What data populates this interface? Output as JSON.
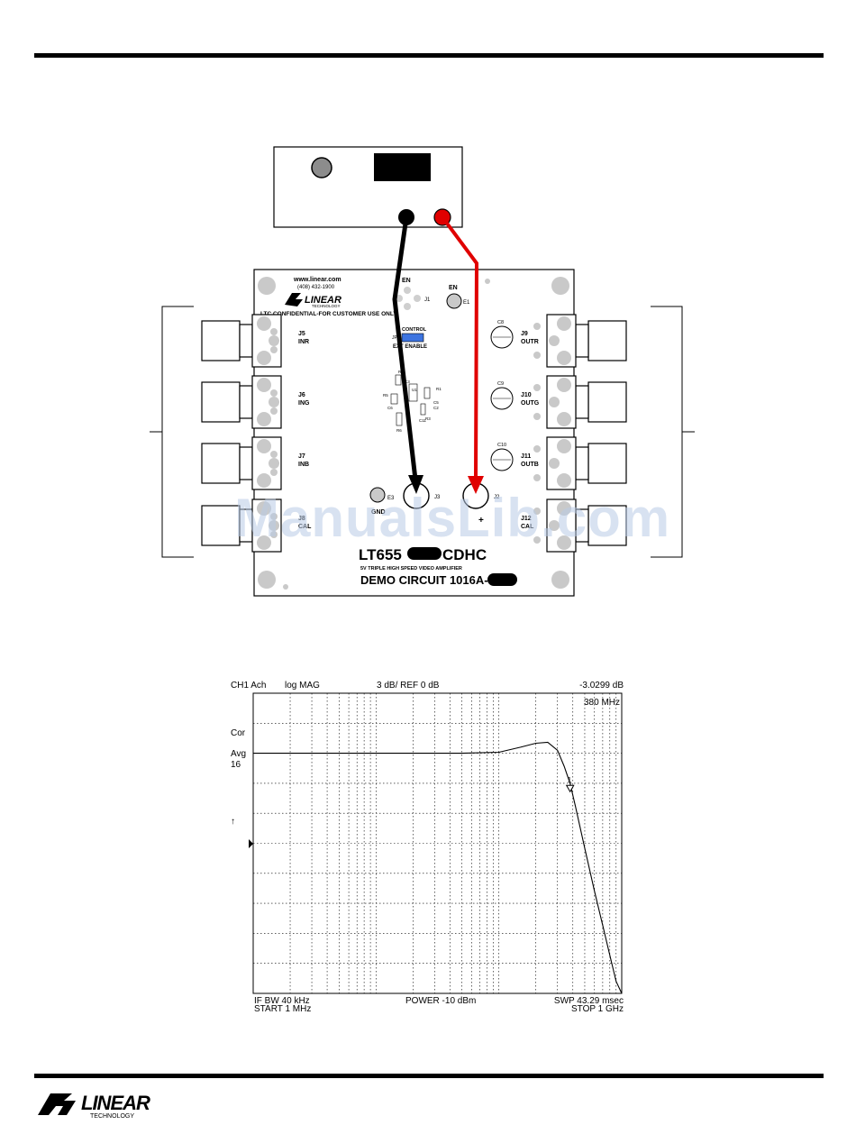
{
  "supply": {},
  "board": {
    "website": "www.linear.com",
    "phone": "(408) 432-1900",
    "brand_main": "LINEAR",
    "brand_sub": "TECHNOLOGY",
    "confidential": "LTC CONFIDENTIAL-FOR CUSTOMER USE ONLY",
    "en_top": "EN",
    "j1": "J1",
    "en_right": "EN",
    "e1": "E1",
    "control": "CONTROL",
    "jp1": "JP1",
    "ext_enable": "EXT ENABLE",
    "left_connectors": [
      {
        "ref": "J5",
        "name": "INR"
      },
      {
        "ref": "J6",
        "name": "ING"
      },
      {
        "ref": "J7",
        "name": "INB"
      },
      {
        "ref": "J8",
        "name": "CAL"
      }
    ],
    "right_connectors": [
      {
        "cap": "C8",
        "ref": "J9",
        "name": "OUTR"
      },
      {
        "cap": "C9",
        "ref": "J10",
        "name": "OUTG"
      },
      {
        "cap": "C10",
        "ref": "J11",
        "name": "OUTB"
      },
      {
        "cap": "",
        "ref": "J12",
        "name": "CAL"
      }
    ],
    "e3": "E3",
    "gnd_label": "GND",
    "j3": "J3",
    "j2": "J2",
    "plus": "+",
    "part_left": "LT655",
    "part_right": "CDHC",
    "subtitle": "5V TRIPLE HIGH SPEED VIDEO AMPLIFIER",
    "demo_label": "DEMO CIRCUIT 1016A-",
    "components": [
      "R4",
      "C3",
      "R5",
      "C6",
      "U1",
      "R1",
      "R6",
      "C11",
      "R3",
      "C5",
      "C2"
    ]
  },
  "analyzer": {
    "top_left": "CH1 Ach",
    "format": "log MAG",
    "scale": "3 dB/ REF 0 dB",
    "marker_value": "-3.0299 dB",
    "marker_freq": "380 MHz",
    "cor": "Cor",
    "avg": "Avg",
    "avg_count": "16",
    "ref_arrow": "↑",
    "marker_num": "1",
    "if_bw": "IF BW 40 kHz",
    "power": "POWER -10 dBm",
    "sweep": "SWP 43.29 msec",
    "start": "START 1 MHz",
    "stop": "STOP 1 GHz"
  },
  "chart_data": {
    "type": "line",
    "title": "",
    "xlabel": "",
    "ylabel": "",
    "x_scale": "log",
    "xlim": [
      1,
      1000
    ],
    "ylim": [
      -24,
      6
    ],
    "x_units": "MHz",
    "y_units": "dB",
    "series": [
      {
        "x": [
          1,
          2,
          5,
          10,
          20,
          50,
          100,
          150,
          200,
          250,
          300,
          340,
          380,
          420,
          500,
          600,
          700,
          800,
          900,
          1000
        ],
        "values": [
          0,
          0,
          0,
          0,
          0,
          0,
          0.1,
          0.6,
          1.0,
          1.1,
          0.3,
          -1.3,
          -3.03,
          -5.3,
          -9.5,
          -13.8,
          -17.2,
          -20.2,
          -22.8,
          -24
        ]
      }
    ],
    "marker": {
      "x": 380,
      "y": -3.03
    },
    "grid": true
  },
  "footer": {
    "brand_main": "LINEAR",
    "brand_sub": "TECHNOLOGY"
  }
}
